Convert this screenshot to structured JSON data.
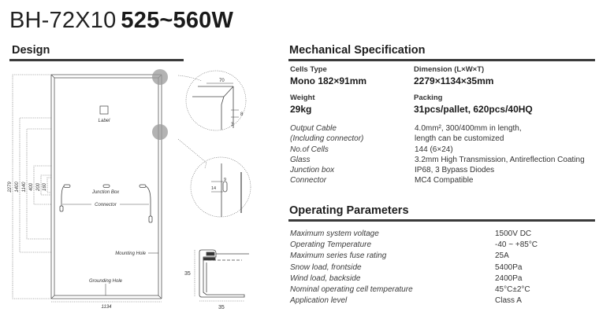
{
  "header": {
    "model": "BH-72X10",
    "power_range": "525~560W"
  },
  "design": {
    "heading": "Design",
    "labels": {
      "label_box": "Label",
      "junction_box": "Junction Box",
      "connector": "Connector",
      "mounting_hole": "Mounting Hole",
      "grounding_hole": "Grounding Hole"
    },
    "dimensions": {
      "height_total": "2279",
      "d1400": "1400",
      "d1140": "1140",
      "d400": "400",
      "d200": "200",
      "d160": "160",
      "width_total": "1134",
      "corner_detail_70": "70",
      "corner_detail_8": "8",
      "corner_detail_3": "3",
      "hole_detail_9": "9",
      "hole_detail_14": "14",
      "frame_height": "35",
      "frame_width": "35"
    }
  },
  "mechanical": {
    "heading": "Mechanical Specification",
    "cells_type_label": "Cells Type",
    "cells_type_value": "Mono 182×91mm",
    "dimension_label": "Dimension (L×W×T)",
    "dimension_value": "2279×1134×35mm",
    "weight_label": "Weight",
    "weight_value": "29kg",
    "packing_label": "Packing",
    "packing_value": "31pcs/pallet, 620pcs/40HQ",
    "rows": [
      {
        "key": "Output Cable",
        "value": "4.0mm², 300/400mm in length,"
      },
      {
        "key": "(Including connector)",
        "value": "length can be customized"
      },
      {
        "key": "No.of Cells",
        "value": "144 (6×24)"
      },
      {
        "key": "Glass",
        "value": "3.2mm High Transmission, Antireflection Coating"
      },
      {
        "key": "Junction box",
        "value": "IP68, 3 Bypass Diodes"
      },
      {
        "key": "Connector",
        "value": "MC4 Compatible"
      }
    ]
  },
  "operating": {
    "heading": "Operating Parameters",
    "rows": [
      {
        "key": "Maximum system voltage",
        "value": "1500V DC"
      },
      {
        "key": "Operating Temperature",
        "value": "-40 ~ +85°C"
      },
      {
        "key": "Maximum series fuse rating",
        "value": "25A"
      },
      {
        "key": "Snow load, frontside",
        "value": "5400Pa"
      },
      {
        "key": "Wind load, backside",
        "value": "2400Pa"
      },
      {
        "key": "Nominal operating cell temperature",
        "value": "45°C±2°C"
      },
      {
        "key": "Application level",
        "value": "Class A"
      }
    ]
  }
}
